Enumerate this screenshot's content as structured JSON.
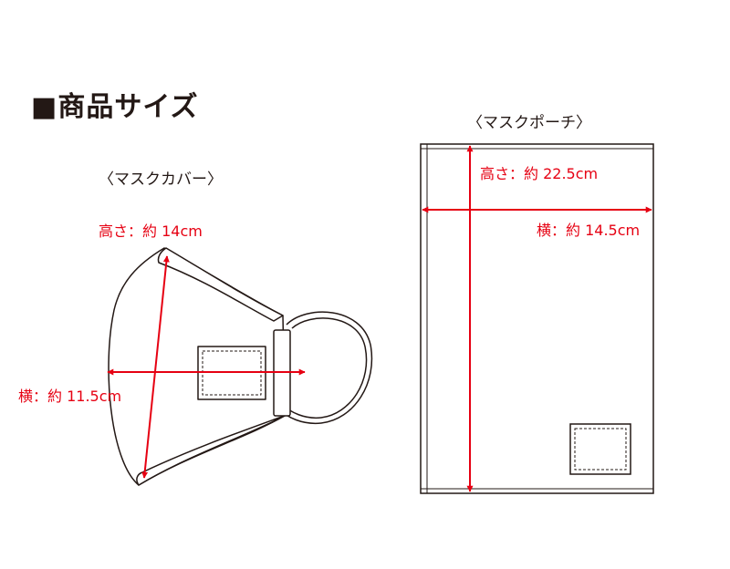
{
  "title": "■商品サイズ",
  "mask_cover": {
    "heading": "〈マスクカバー〉",
    "height_label": "高さ：約 14cm",
    "width_label": "横：約 11.5cm"
  },
  "mask_pouch": {
    "heading": "〈マスクポーチ〉",
    "height_label": "高さ：約 22.5cm",
    "width_label": "横：約 14.5cm"
  },
  "colors": {
    "outline": "#231815",
    "dimension": "#e60012",
    "background": "#ffffff"
  }
}
